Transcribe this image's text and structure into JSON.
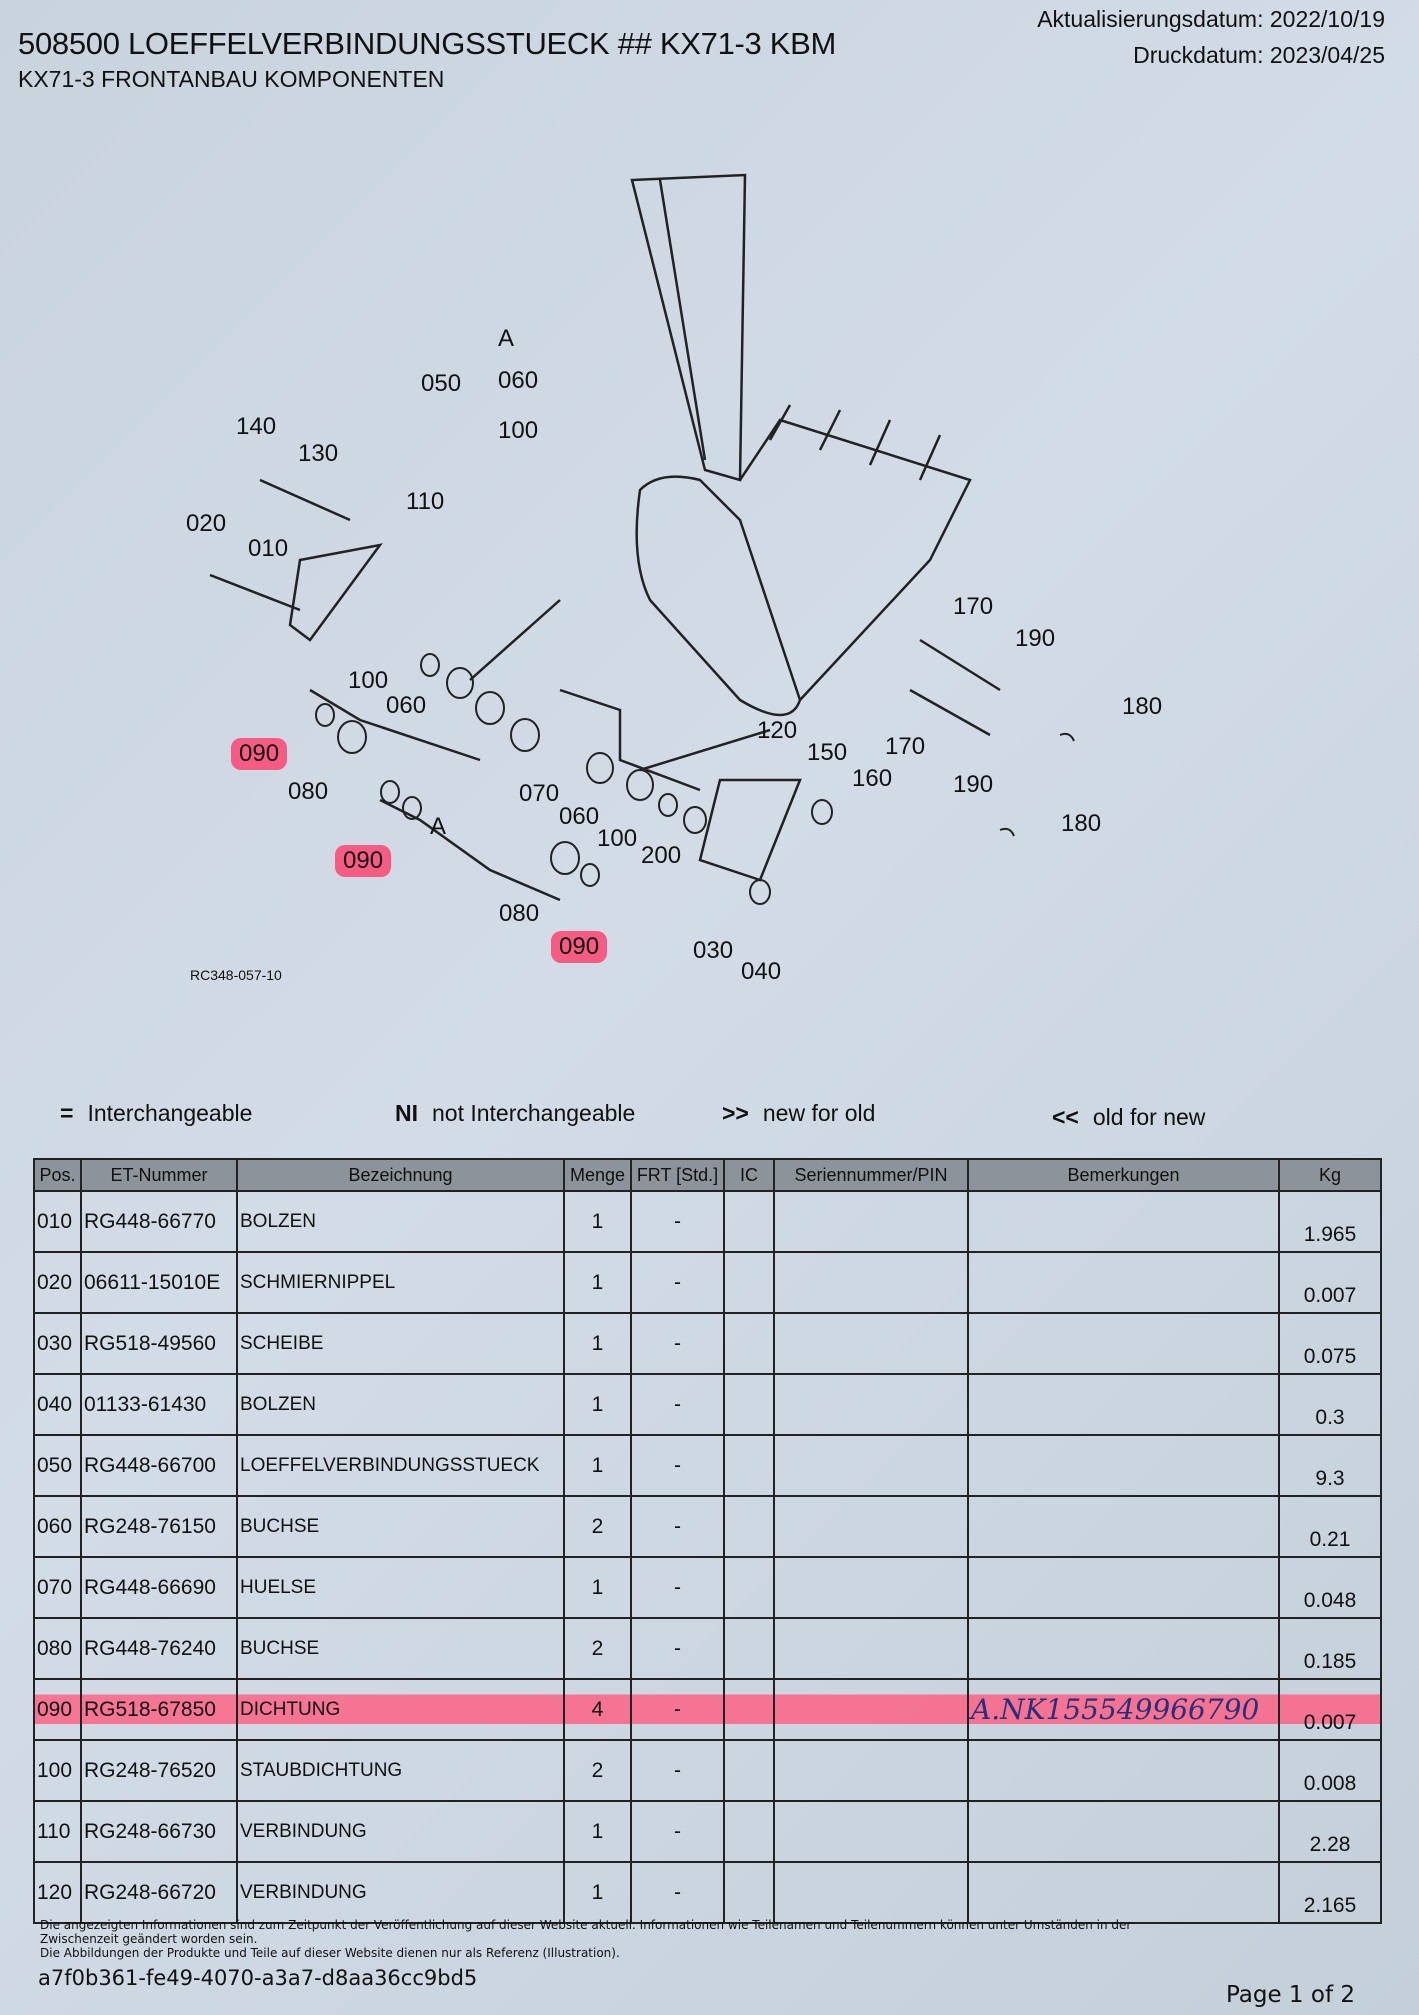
{
  "header": {
    "title": "508500 LOEFFELVERBINDUNGSSTUECK ## KX71-3 KBM",
    "subtitle": "KX71-3 FRONTANBAU KOMPONENTEN",
    "update_date": "Aktualisierungsdatum: 2022/10/19",
    "print_date": "Druckdatum: 2023/04/25"
  },
  "diagram": {
    "ref": "RC348-057-10",
    "labels": [
      "140",
      "130",
      "110",
      "020",
      "010",
      "050",
      "A",
      "060",
      "100",
      "100",
      "060",
      "090",
      "080",
      "090",
      "A",
      "070",
      "060",
      "100",
      "200",
      "080",
      "090",
      "030",
      "040",
      "120",
      "150",
      "160",
      "170",
      "190",
      "180",
      "170",
      "190",
      "180"
    ],
    "highlighted": [
      "090"
    ],
    "highlight_color": "#ff3b6b"
  },
  "legend": {
    "interchangeable_symbol": "=",
    "interchangeable": "Interchangeable",
    "not_symbol": "NI",
    "not_interchangeable": "not Interchangeable",
    "new_symbol": ">>",
    "new_for_old": "new for old",
    "old_symbol": "<<",
    "old_for_new": "old for new"
  },
  "table": {
    "headers": [
      "Pos.",
      "ET-Nummer",
      "Bezeichnung",
      "Menge",
      "FRT [Std.]",
      "IC",
      "Seriennummer/PIN",
      "Bemerkungen",
      "Kg"
    ],
    "rows": [
      {
        "pos": "010",
        "part": "RG448-66770",
        "name": "BOLZEN",
        "qty": "1",
        "frt": "-",
        "kg": "1.965"
      },
      {
        "pos": "020",
        "part": "06611-15010E",
        "name": "SCHMIERNIPPEL",
        "qty": "1",
        "frt": "-",
        "kg": "0.007"
      },
      {
        "pos": "030",
        "part": "RG518-49560",
        "name": "SCHEIBE",
        "qty": "1",
        "frt": "-",
        "kg": "0.075"
      },
      {
        "pos": "040",
        "part": "01133-61430",
        "name": "BOLZEN",
        "qty": "1",
        "frt": "-",
        "kg": "0.3"
      },
      {
        "pos": "050",
        "part": "RG448-66700",
        "name": "LOEFFELVERBINDUNGSSTUECK",
        "qty": "1",
        "frt": "-",
        "kg": "9.3"
      },
      {
        "pos": "060",
        "part": "RG248-76150",
        "name": "BUCHSE",
        "qty": "2",
        "frt": "-",
        "kg": "0.21"
      },
      {
        "pos": "070",
        "part": "RG448-66690",
        "name": "HUELSE",
        "qty": "1",
        "frt": "-",
        "kg": "0.048"
      },
      {
        "pos": "080",
        "part": "RG448-76240",
        "name": "BUCHSE",
        "qty": "2",
        "frt": "-",
        "kg": "0.185"
      },
      {
        "pos": "090",
        "part": "RG518-67850",
        "name": "DICHTUNG",
        "qty": "4",
        "frt": "-",
        "kg": "0.007",
        "note": "A.NK155549966790"
      },
      {
        "pos": "100",
        "part": "RG248-76520",
        "name": "STAUBDICHTUNG",
        "qty": "2",
        "frt": "-",
        "kg": "0.008"
      },
      {
        "pos": "110",
        "part": "RG248-66730",
        "name": "VERBINDUNG",
        "qty": "1",
        "frt": "-",
        "kg": "2.28"
      },
      {
        "pos": "120",
        "part": "RG248-66720",
        "name": "VERBINDUNG",
        "qty": "1",
        "frt": "-",
        "kg": "2.165"
      }
    ]
  },
  "footer": {
    "disclaimer_1": "Die angezeigten Informationen sind zum Zeitpunkt der Veröffentlichung auf dieser Website aktuell. Informationen wie Teilenamen und Teilenummern können unter Umständen in der Zwischenzeit geändert worden sein.",
    "disclaimer_2": "Die Abbildungen der Produkte und Teile auf dieser Website dienen nur als Referenz (Illustration).",
    "uuid": "a7f0b361-fe49-4070-a3a7-d8aa36cc9bd5",
    "page": "Page 1 of 2"
  }
}
